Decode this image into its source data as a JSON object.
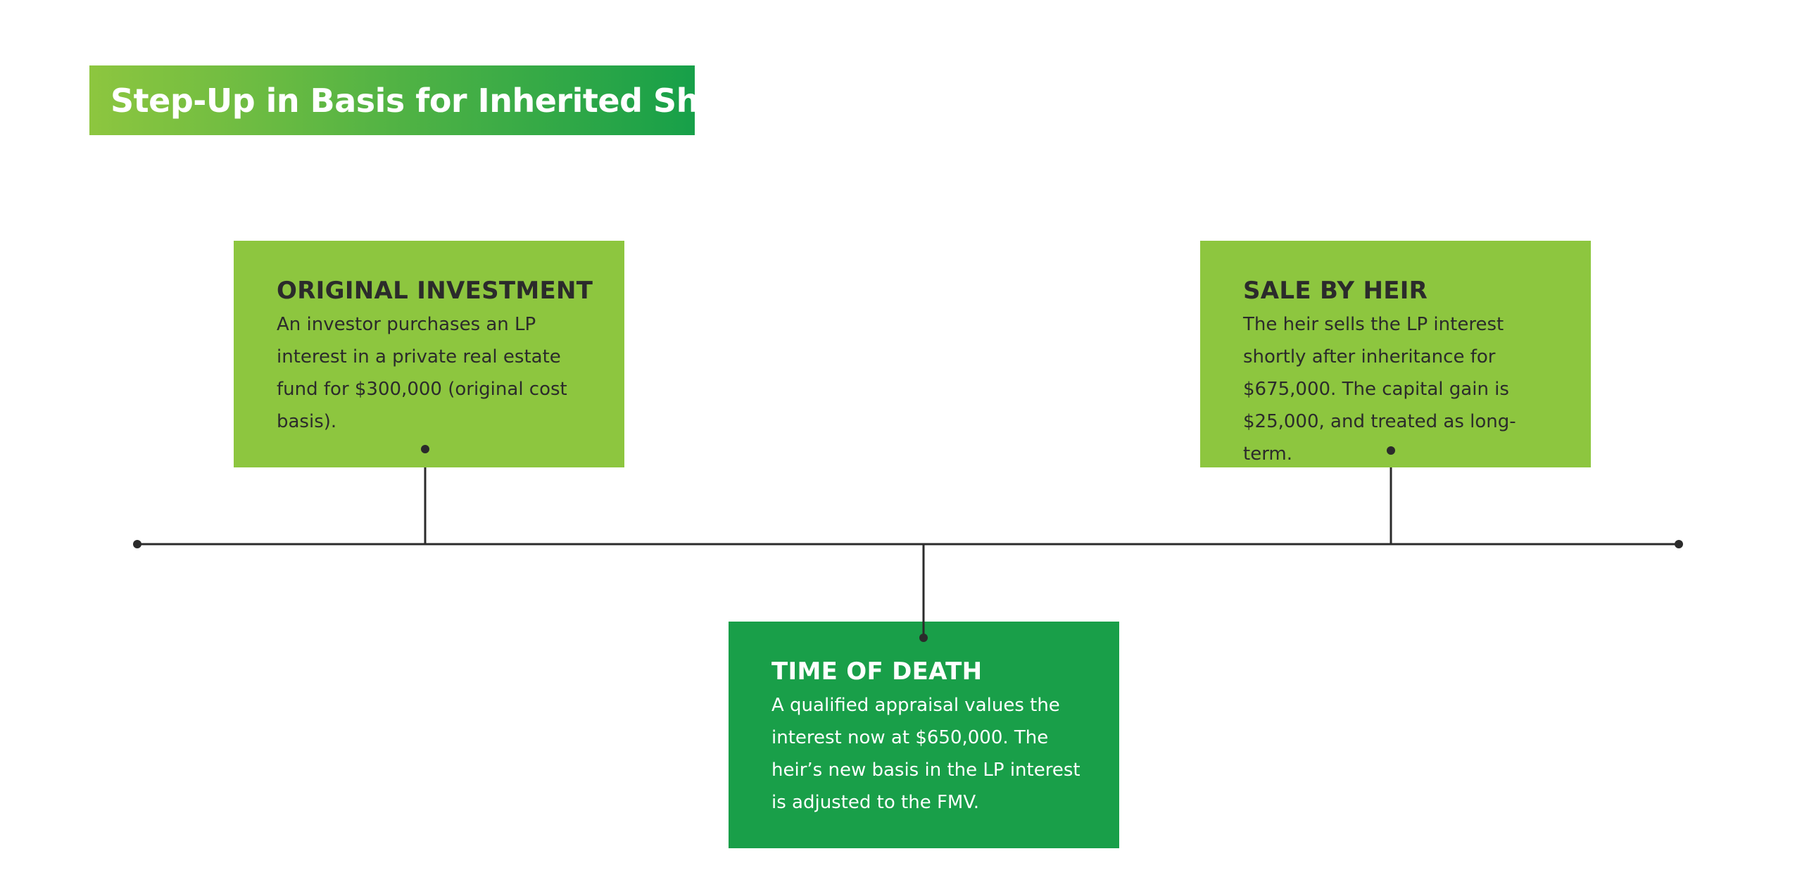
{
  "title": "Step-Up in Basis for Inherited Share",
  "colors": {
    "banner_gradient_start": "#8dc63f",
    "banner_gradient_end": "#17a049",
    "card_light": "#8dc63f",
    "card_dark": "#199f49",
    "line": "#2b2b2b"
  },
  "events": [
    {
      "heading": "ORIGINAL INVESTMENT",
      "body": "An investor purchases an LP interest in a private real estate fund for $300,000 (original cost basis)."
    },
    {
      "heading": "TIME OF DEATH",
      "body": "A qualified appraisal values the interest now at $650,000. The heir’s new basis in the LP interest is adjusted to the FMV."
    },
    {
      "heading": "SALE BY HEIR",
      "body": "The heir sells the LP interest shortly after inheritance for $675,000. The capital gain is $25,000, and treated as long-term."
    }
  ]
}
